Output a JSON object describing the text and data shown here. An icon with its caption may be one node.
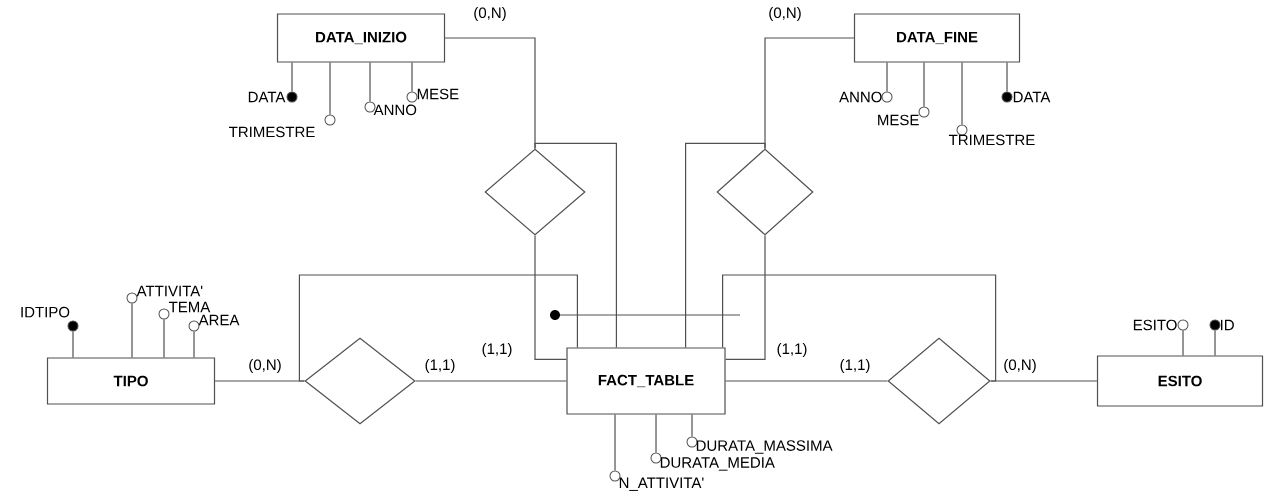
{
  "diagram": {
    "nodes": [
      {
        "text": [
          "DATA_INIZIO"
        ]
      },
      {
        "text": [
          "DATA_FINE"
        ]
      },
      {
        "text": [
          "TIPO"
        ]
      },
      {
        "text": [
          "FACT_TABLE"
        ]
      },
      {
        "text": [
          "ESITO"
        ]
      },
      {
        "text": [],
        "shape": "diamond"
      },
      {
        "text": [],
        "shape": "diamond"
      },
      {
        "text": [],
        "shape": "diamond"
      },
      {
        "text": [],
        "shape": "diamond"
      },
      {
        "text": [],
        "shape": "dot",
        "beside": [
          "DATA"
        ]
      },
      {
        "text": [],
        "shape": "circle",
        "beside": [
          "TRIMESTRE"
        ]
      },
      {
        "text": [],
        "shape": "circle",
        "beside": [
          "ANNO"
        ]
      },
      {
        "text": [],
        "shape": "circle",
        "beside": [
          "MESE"
        ]
      },
      {
        "text": [],
        "shape": "circle",
        "beside": [
          "ANNO"
        ]
      },
      {
        "text": [],
        "shape": "circle",
        "beside": [
          "MESE"
        ]
      },
      {
        "text": [],
        "shape": "circle",
        "beside": [
          "TRIMESTRE"
        ]
      },
      {
        "text": [],
        "shape": "dot",
        "beside": [
          "DATA"
        ]
      },
      {
        "text": [],
        "shape": "dot",
        "beside": [
          "IDTIPO"
        ]
      },
      {
        "text": [],
        "shape": "circle",
        "beside": [
          "ATTIVITA'"
        ]
      },
      {
        "text": [],
        "shape": "circle",
        "beside": [
          "TEMA"
        ]
      },
      {
        "text": [],
        "shape": "circle",
        "beside": [
          "AREA"
        ]
      },
      {
        "text": [],
        "shape": "circle",
        "beside": [
          "N_ATTIVITA'"
        ]
      },
      {
        "text": [],
        "shape": "circle",
        "beside": [
          "DURATA_MEDIA"
        ]
      },
      {
        "text": [],
        "shape": "circle",
        "beside": [
          "DURATA_MASSIMA"
        ]
      },
      {
        "text": [],
        "shape": "circle",
        "beside": [
          "ESITO"
        ]
      },
      {
        "text": [],
        "shape": "dot",
        "beside": [
          "ID"
        ]
      }
    ],
    "edges": [
      {
        "from": 0,
        "to": 5,
        "arrow": "none",
        "label": "(0,N)"
      },
      {
        "from": 5,
        "to": 3,
        "arrow": "none",
        "label": "(1,1)"
      },
      {
        "from": 5,
        "to": 3,
        "arrow": "none"
      },
      {
        "from": 1,
        "to": 6,
        "arrow": "none",
        "label": "(0,N)"
      },
      {
        "from": 6,
        "to": 3,
        "arrow": "none",
        "label": "(1,1)"
      },
      {
        "from": 6,
        "to": 3,
        "arrow": "none"
      },
      {
        "from": 2,
        "to": 7,
        "arrow": "none",
        "label": "(0,N)"
      },
      {
        "from": 7,
        "to": 3,
        "arrow": "none",
        "label": "(1,1)"
      },
      {
        "from": 7,
        "to": 3,
        "arrow": "none"
      },
      {
        "from": 3,
        "to": 8,
        "arrow": "none",
        "label": "(1,1)"
      },
      {
        "from": 8,
        "to": 4,
        "arrow": "none",
        "label": "(0,N)"
      },
      {
        "from": 8,
        "to": 3,
        "arrow": "none"
      },
      {
        "from": 0,
        "to": 9,
        "arrow": "none"
      },
      {
        "from": 0,
        "to": 10,
        "arrow": "none"
      },
      {
        "from": 0,
        "to": 11,
        "arrow": "none"
      },
      {
        "from": 0,
        "to": 12,
        "arrow": "none"
      },
      {
        "from": 1,
        "to": 13,
        "arrow": "none"
      },
      {
        "from": 1,
        "to": 14,
        "arrow": "none"
      },
      {
        "from": 1,
        "to": 15,
        "arrow": "none"
      },
      {
        "from": 1,
        "to": 16,
        "arrow": "none"
      },
      {
        "from": 2,
        "to": 17,
        "arrow": "none"
      },
      {
        "from": 2,
        "to": 18,
        "arrow": "none"
      },
      {
        "from": 2,
        "to": 19,
        "arrow": "none"
      },
      {
        "from": 2,
        "to": 20,
        "arrow": "none"
      },
      {
        "from": 3,
        "to": 21,
        "arrow": "none"
      },
      {
        "from": 3,
        "to": 22,
        "arrow": "none"
      },
      {
        "from": 3,
        "to": 23,
        "arrow": "none"
      },
      {
        "from": 4,
        "to": 24,
        "arrow": "none"
      },
      {
        "from": 4,
        "to": 25,
        "arrow": "none"
      }
    ]
  }
}
